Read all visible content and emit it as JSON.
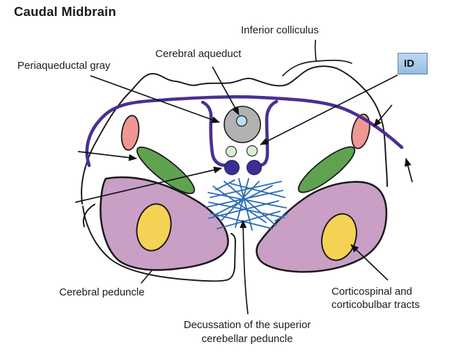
{
  "title": "Caudal Midbrain",
  "labels": {
    "inferior_colliculus": "Inferior colliculus",
    "cerebral_aqueduct": "Cerebral aqueduct",
    "periaqueductal_gray": "Periaqueductal gray",
    "id_box": "ID",
    "cerebral_peduncle": "Cerebral peduncle",
    "corticospinal": {
      "line1": "Corticospinal and",
      "line2": "corticobulbar tracts"
    },
    "decussation": {
      "line1": "Decussation of the superior",
      "line2": "cerebellar peduncle"
    }
  },
  "colors": {
    "background": "#ffffff",
    "outline": "#1a1a1a",
    "peduncle": "#c99fc5",
    "tract_yellow": "#f5d254",
    "oval_green": "#5fa351",
    "oval_pink": "#ef9794",
    "pag_gray": "#b2b2b2",
    "aqueduct_blue": "#bedcf0",
    "pale_green": "#d9edd4",
    "nucleus_navy": "#3a2e92",
    "tract_purple": "#4a2f93",
    "crosshatch_blue": "#2e6db4",
    "id_box_fill": "#a9c9e8",
    "id_box_border": "#5d87ad"
  }
}
